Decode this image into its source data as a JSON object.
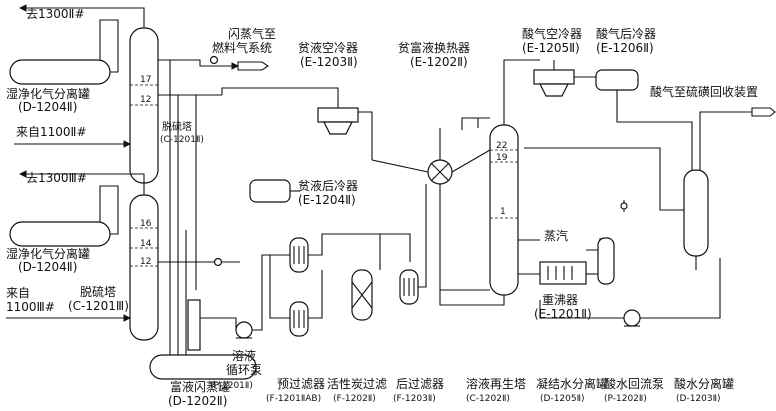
{
  "streams": {
    "to_1300_ii": "去1300Ⅱ#",
    "to_1300_iii": "去1300Ⅲ#",
    "from_1100_ii": "来自1100Ⅱ#",
    "from_1100_iii_a": "来自",
    "from_1100_iii_b": "1100Ⅲ#",
    "flash_gas_a": "闪蒸气至",
    "flash_gas_b": "燃料气系统",
    "acid_gas_to_srd": "酸气至硫磺回收装置"
  },
  "equipment": {
    "wet_sep_top": {
      "name": "湿净化气分离罐",
      "tag": "(D-1204Ⅱ)"
    },
    "wet_sep_bottom": {
      "name": "湿净化气分离罐",
      "tag": "(D-1204Ⅱ)"
    },
    "absorber_top": {
      "name": "脱硫塔",
      "tag": "(C-1201Ⅱ)",
      "trays": [
        "17",
        "12"
      ]
    },
    "absorber_bottom": {
      "name": "脱硫塔",
      "tag": "(C-1201Ⅲ)",
      "trays": [
        "16",
        "14",
        "12"
      ]
    },
    "lean_air_cooler": {
      "name": "贫液空冷器",
      "tag": "(E-1203Ⅱ)"
    },
    "rich_lean_exchanger": {
      "name": "贫富液换热器",
      "tag": "(E-1202Ⅱ)"
    },
    "lean_after_cooler": {
      "name": "贫液后冷器",
      "tag": "(E-1204Ⅱ)"
    },
    "acid_air_cooler": {
      "name": "酸气空冷器",
      "tag": "(E-1205Ⅱ)"
    },
    "acid_after_cooler": {
      "name": "酸气后冷器",
      "tag": "(E-1206Ⅱ)"
    },
    "regenerator_trays": [
      "22",
      "19",
      "1"
    ],
    "steam": "蒸汽",
    "reboiler": {
      "name": "重沸器",
      "tag": "(E-1201Ⅱ)"
    },
    "rich_flash_tank": {
      "name": "富液闪蒸罐",
      "tag": "(D-1202Ⅱ)"
    },
    "circ_pump": {
      "name_a": "溶液",
      "name_b": "循环泵",
      "tag": "(P-1201Ⅱ)"
    }
  },
  "bottom_labels": [
    {
      "name": "预过滤器",
      "tag": "(F-1201ⅡAB)"
    },
    {
      "name": "活性炭过滤",
      "tag": "(F-1202Ⅱ)"
    },
    {
      "name": "后过滤器",
      "tag": "(F-1203Ⅱ)"
    },
    {
      "name": "溶液再生塔",
      "tag": "(C-1202Ⅱ)"
    },
    {
      "name": "凝结水分离罐",
      "tag": "(D-1205Ⅱ)"
    },
    {
      "name": "酸水回流泵",
      "tag": "(P-1202Ⅱ)"
    },
    {
      "name": "酸水分离罐",
      "tag": "(D-1203Ⅱ)"
    }
  ]
}
